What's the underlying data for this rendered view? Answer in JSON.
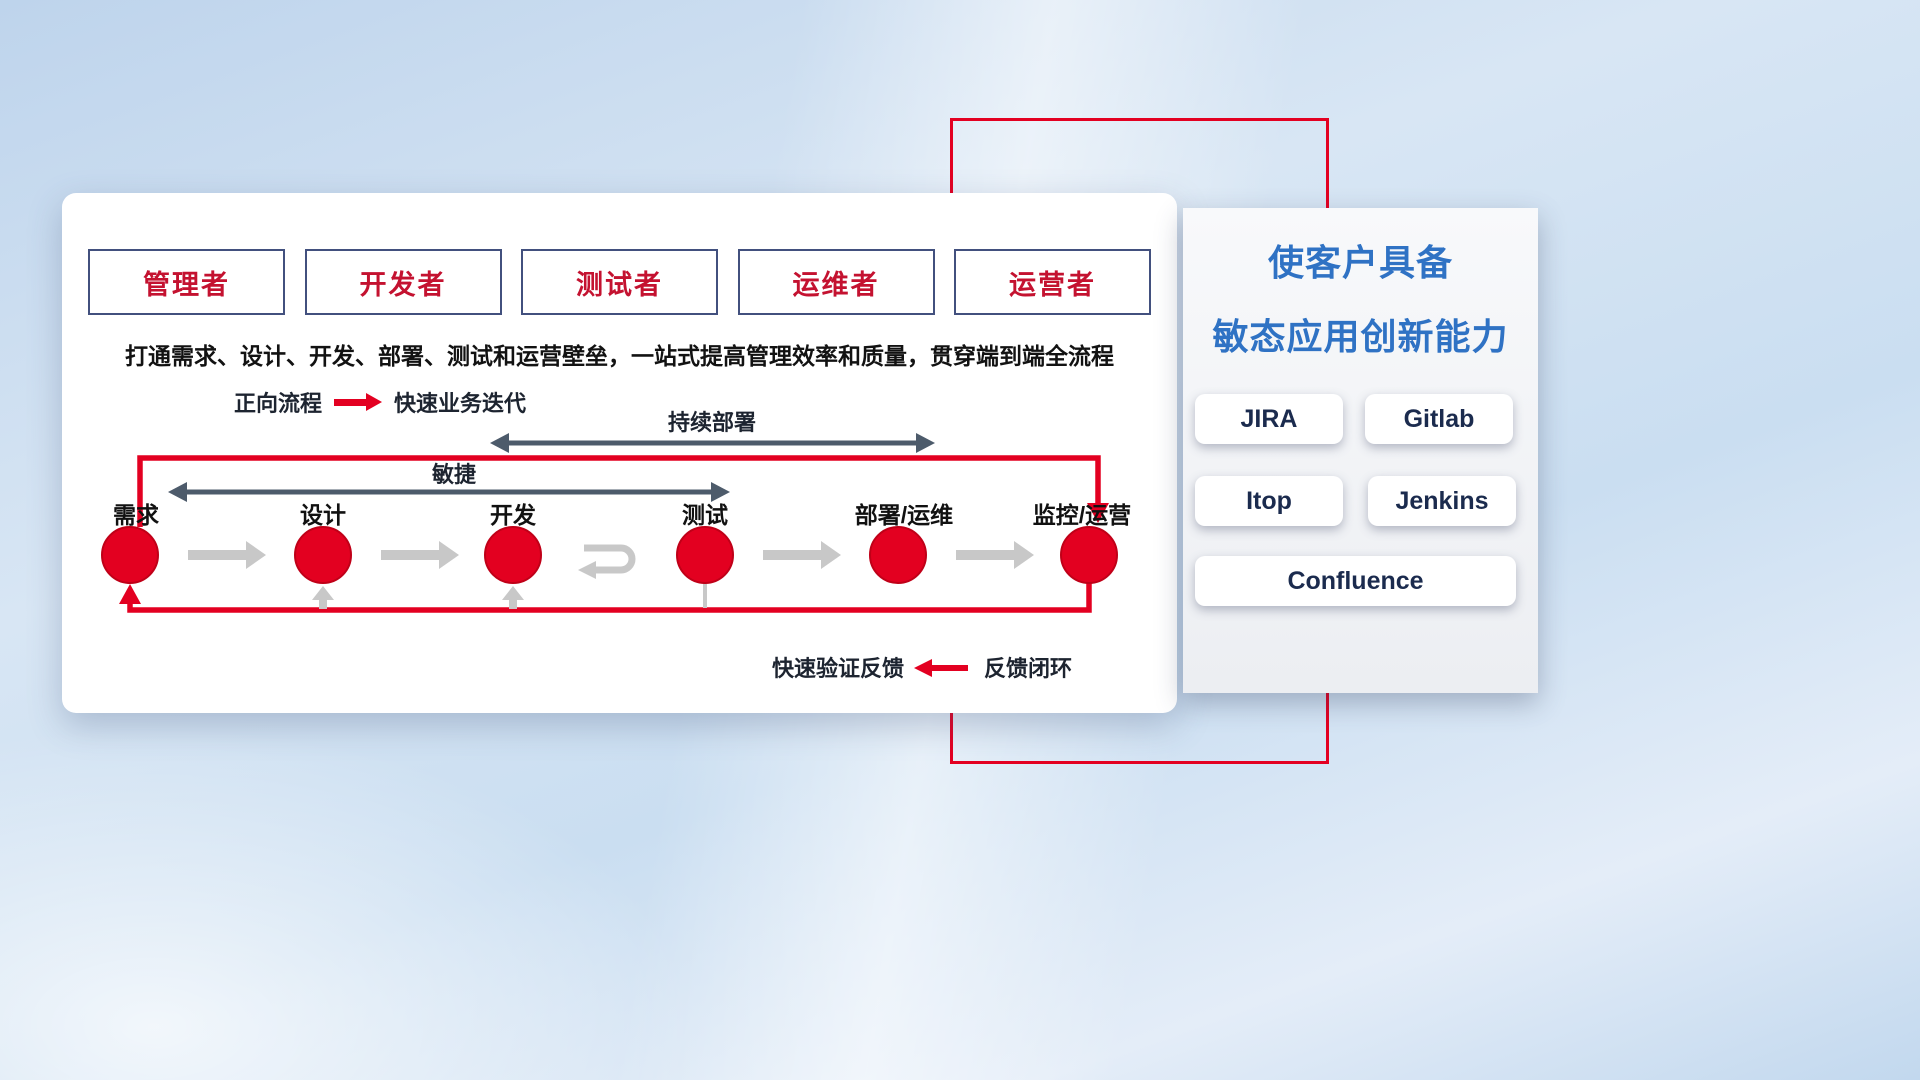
{
  "roles": [
    {
      "label": "管理者"
    },
    {
      "label": "开发者"
    },
    {
      "label": "测试者"
    },
    {
      "label": "运维者"
    },
    {
      "label": "运营者"
    }
  ],
  "subtitle": "打通需求、设计、开发、部署、测试和运营壁垒，一站式提高管理效率和质量，贯穿端到端全流程",
  "legend_forward": {
    "label": "正向流程",
    "desc": "快速业务迭代"
  },
  "legend_feedback": {
    "desc": "快速验证反馈",
    "label": "反馈闭环"
  },
  "flow": {
    "cd_label": "持续部署",
    "agile_label": "敏捷",
    "stages": [
      {
        "label": "需求"
      },
      {
        "label": "设计"
      },
      {
        "label": "开发"
      },
      {
        "label": "测试"
      },
      {
        "label": "部署/运维"
      },
      {
        "label": "监控/运营"
      }
    ]
  },
  "right_panel": {
    "title_line1": "使客户具备",
    "title_line2": "敏态应用创新能力",
    "tools": [
      "JIRA",
      "Gitlab",
      "Itop",
      "Jenkins",
      "Confluence"
    ]
  },
  "colors": {
    "accent_red": "#e30021",
    "role_text_red": "#c41230",
    "role_border_navy": "#42507e",
    "dark_arrow": "#4d5b6b",
    "gray_arrow": "#c8c8c8",
    "title_blue": "#2f72c4",
    "chip_text_navy": "#1b2b4e"
  }
}
